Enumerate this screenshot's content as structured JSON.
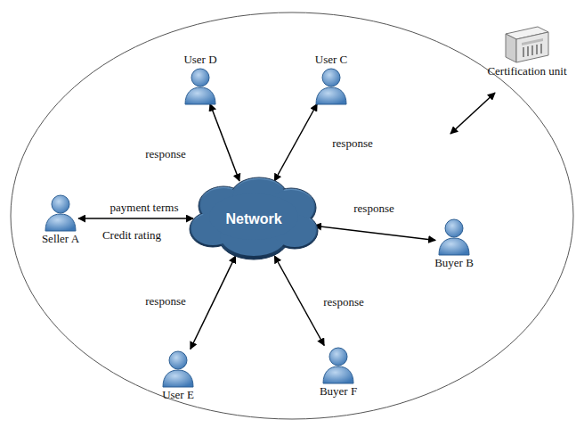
{
  "diagram": {
    "nodes": [
      {
        "text": [
          "User D"
        ]
      },
      {
        "text": [
          "User C"
        ]
      },
      {
        "text": [
          "Certification unit"
        ]
      },
      {
        "text": [
          "Seller A"
        ]
      },
      {
        "text": [
          "Network"
        ]
      },
      {
        "text": [
          "Buyer B"
        ]
      },
      {
        "text": [
          "User E"
        ]
      },
      {
        "text": [
          "Buyer F"
        ]
      }
    ],
    "edges": [
      {
        "from": 0,
        "to": 4,
        "label": "response",
        "arrow": "both"
      },
      {
        "from": 1,
        "to": 4,
        "label": "response",
        "arrow": "both"
      },
      {
        "from": 3,
        "to": 4,
        "label": "payment terms",
        "arrow": "both"
      },
      {
        "from": 5,
        "to": 4,
        "label": "response",
        "arrow": "both"
      },
      {
        "from": 6,
        "to": 4,
        "label": "response",
        "arrow": "both"
      },
      {
        "from": 7,
        "to": 4,
        "label": "response",
        "arrow": "both"
      }
    ],
    "labels": [
      "Credit rating"
    ]
  }
}
